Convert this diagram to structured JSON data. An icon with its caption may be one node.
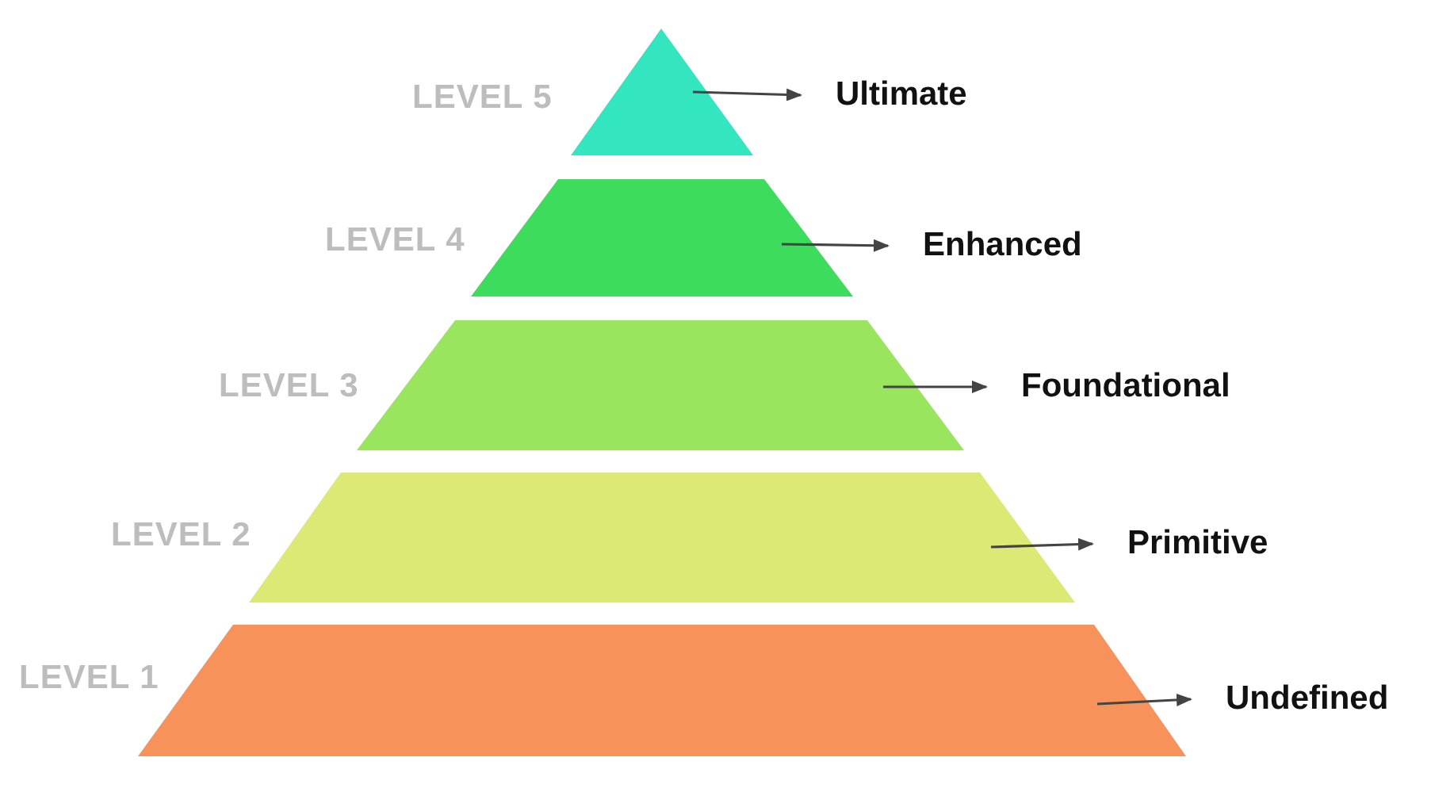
{
  "diagram": {
    "nodes": [
      {
        "text": [
          "LEVEL 5"
        ]
      },
      {
        "text": [
          "Ultimate"
        ]
      },
      {
        "text": [
          "LEVEL 4"
        ]
      },
      {
        "text": [
          "Enhanced"
        ]
      },
      {
        "text": [
          "LEVEL 3"
        ]
      },
      {
        "text": [
          "Foundational"
        ]
      },
      {
        "text": [
          "LEVEL 2"
        ]
      },
      {
        "text": [
          "Primitive"
        ]
      },
      {
        "text": [
          "LEVEL 1"
        ]
      },
      {
        "text": [
          "Undefined"
        ]
      }
    ],
    "edges": [
      {
        "from": 0,
        "to": 1,
        "arrow": "to"
      },
      {
        "from": 2,
        "to": 3,
        "arrow": "to"
      },
      {
        "from": 4,
        "to": 5,
        "arrow": "to"
      },
      {
        "from": 6,
        "to": 7,
        "arrow": "to"
      },
      {
        "from": 8,
        "to": 9,
        "arrow": "to"
      }
    ]
  }
}
